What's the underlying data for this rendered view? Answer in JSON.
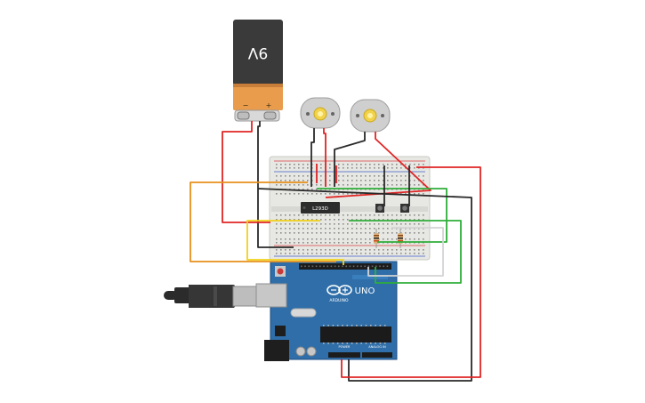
{
  "battery": {
    "label": "9V",
    "minus": "−",
    "plus": "+"
  },
  "ic": {
    "label": "L293D"
  },
  "arduino": {
    "brand": "ARDUINO",
    "model": "UNO",
    "power_label": "POWER",
    "analog_label": "ANALOG IN"
  },
  "colors": {
    "wire_red": "#e02525",
    "wire_black": "#2a2a2a",
    "wire_orange": "#e8901c",
    "wire_yellow": "#f0d21a",
    "wire_green": "#2fae3a",
    "wire_white": "#dcdcdc",
    "board_blue": "#2f6ea8",
    "breadboard": "#e7e7e3"
  }
}
